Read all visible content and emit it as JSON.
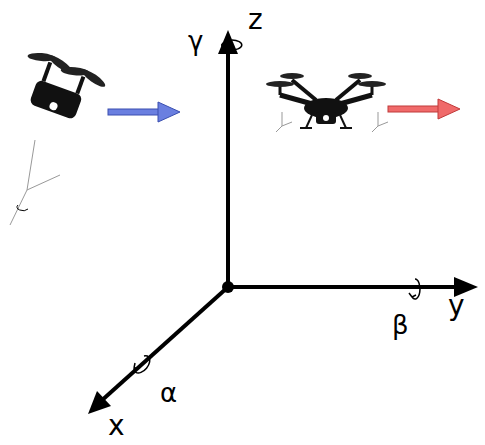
{
  "diagram": {
    "labels": [
      "z",
      "γ",
      "y",
      "β",
      "α",
      "x"
    ]
  }
}
